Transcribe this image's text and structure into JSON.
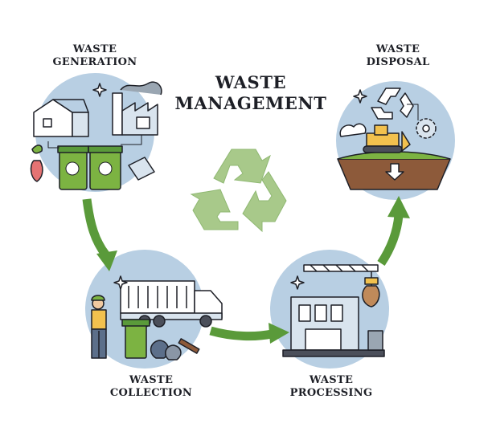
{
  "title": {
    "line1": "WASTE",
    "line2": "MANAGEMENT"
  },
  "stages": {
    "generation": {
      "line1": "WASTE",
      "line2": "GENERATION"
    },
    "disposal": {
      "line1": "WASTE",
      "line2": "DISPOSAL"
    },
    "collection": {
      "line1": "WASTE",
      "line2": "COLLECTION"
    },
    "processing": {
      "line1": "WASTE",
      "line2": "PROCESSING"
    }
  },
  "colors": {
    "circle": "#b8cfe3",
    "arrow": "#5a9a3a",
    "recycle": "#a8c98a",
    "bin": "#7cb342",
    "outline": "#1d1f26"
  },
  "icons": [
    "recycle-icon",
    "house-icon",
    "factory-icon",
    "trash-bin-icon",
    "garbage-truck-icon",
    "worker-icon",
    "bulldozer-icon",
    "gear-icon",
    "landfill-icon",
    "crane-icon",
    "grabber-claw-icon",
    "processing-plant-icon"
  ]
}
